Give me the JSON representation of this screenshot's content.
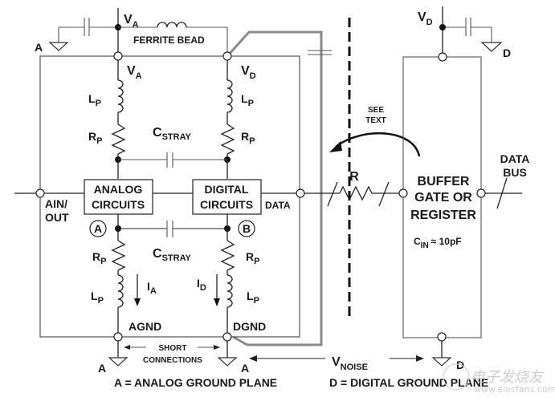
{
  "diagram": {
    "title": "Analog and digital circuits with split ground planes, stray capacitance and ground noise",
    "supply": {
      "analog_top": "V",
      "analog_top_sub": "A",
      "digital_top": "V",
      "digital_top_sub": "D",
      "ferrite_label": "FERRITE BEAD",
      "va_node": "V",
      "va_node_sub": "A",
      "vd_node": "V",
      "vd_node_sub": "D"
    },
    "parasitics": {
      "lp": "L",
      "lp_sub": "P",
      "rp": "R",
      "rp_sub": "P",
      "cstray": "C",
      "cstray_sub": "STRAY",
      "ia": "I",
      "ia_sub": "A",
      "id": "I",
      "id_sub": "D"
    },
    "blocks": {
      "analog_line1": "ANALOG",
      "analog_line2": "CIRCUITS",
      "digital_line1": "DIGITAL",
      "digital_line2": "CIRCUITS",
      "buffer_line1": "BUFFER",
      "buffer_line2": "GATE OR",
      "buffer_line3": "REGISTER",
      "cin_label": "C",
      "cin_sub": "IN",
      "cin_value": "≈ 10pF"
    },
    "nodes": {
      "node_a": "A",
      "node_b": "B",
      "ain_line1": "AIN/",
      "ain_line2": "OUT",
      "data": "DATA",
      "agnd": "AGND",
      "dgnd": "DGND",
      "resistor_r": "R",
      "data_bus_line1": "DATA",
      "data_bus_line2": "BUS",
      "see_text_line1": "SEE",
      "see_text_line2": "TEXT"
    },
    "grounds": {
      "a_label": "A",
      "d_label": "D",
      "short_line1": "SHORT",
      "short_line2": "CONNECTIONS",
      "vnoise": "V",
      "vnoise_sub": "NOISE",
      "analog_plane_legend": "A = ANALOG GROUND PLANE",
      "digital_plane_legend": "D = DIGITAL GROUND PLANE"
    },
    "watermark": {
      "cn": "电子发烧友",
      "url": "www.elecfans.com"
    }
  }
}
